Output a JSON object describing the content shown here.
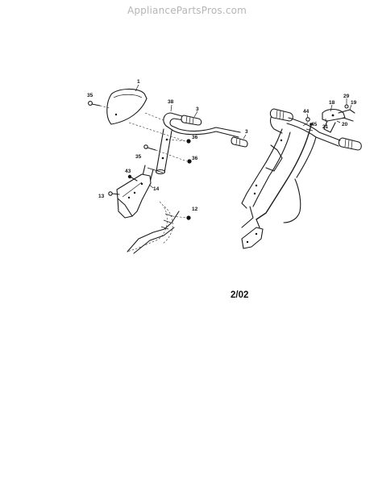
{
  "watermark": "AppliancePartsPros.com",
  "date_code": "2/02",
  "callouts": [
    {
      "id": "c1",
      "label": "1"
    },
    {
      "id": "c35a",
      "label": "35"
    },
    {
      "id": "c38",
      "label": "38"
    },
    {
      "id": "c3a",
      "label": "3"
    },
    {
      "id": "c3b",
      "label": "3"
    },
    {
      "id": "c36a",
      "label": "36"
    },
    {
      "id": "c35b",
      "label": "35"
    },
    {
      "id": "c36b",
      "label": "36"
    },
    {
      "id": "c43",
      "label": "43"
    },
    {
      "id": "c14",
      "label": "14"
    },
    {
      "id": "c13",
      "label": "13"
    },
    {
      "id": "c12",
      "label": "12"
    },
    {
      "id": "c44",
      "label": "44"
    },
    {
      "id": "c45",
      "label": "45"
    },
    {
      "id": "c18",
      "label": "18"
    },
    {
      "id": "c29",
      "label": "29"
    },
    {
      "id": "c19",
      "label": "19"
    },
    {
      "id": "c21",
      "label": "21"
    },
    {
      "id": "c20",
      "label": "20"
    }
  ]
}
